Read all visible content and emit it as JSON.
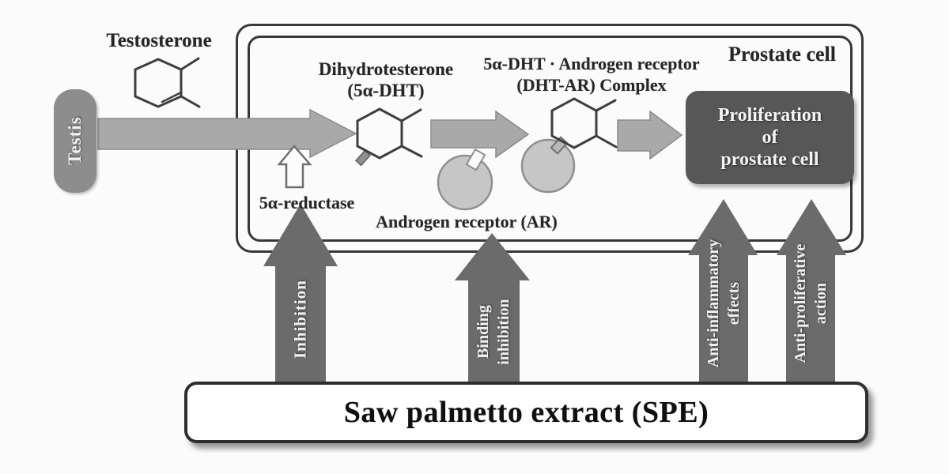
{
  "colors": {
    "background": "#fbfbfb",
    "flow_arrow": "#a9a9a9",
    "flow_arrow_edge": "#8a8a8a",
    "dark_arrow": "#6b6b6b",
    "testis_box": "#8d8d8d",
    "proliferation_box": "#575757",
    "receptor_circle": "#c6c6c6",
    "receptor_edge": "#8f8f8f",
    "membrane_border": "#383838",
    "structure_line": "#3e3e3e",
    "label_text": "#262626"
  },
  "nodes": {
    "testis": "Testis",
    "testosterone": "Testosterone",
    "dihydrotestosterone_line1": "Dihydrotesterone",
    "dihydrotestosterone_line2": "(5α-DHT)",
    "reductase": "5α-reductase",
    "androgen_receptor": "Androgen receptor (AR)",
    "complex_line1": "5α-DHT · Androgen receptor",
    "complex_line2": "(DHT-AR) Complex",
    "prostate_cell": "Prostate cell",
    "proliferation_line1": "Proliferation",
    "proliferation_line2": "of",
    "proliferation_line3": "prostate cell",
    "spe": "Saw palmetto extract (SPE)"
  },
  "effect_arrows": {
    "inhibition": "Inhibition",
    "binding_inhibition_line1": "Binding",
    "binding_inhibition_line2": "inhibition",
    "anti_inflammatory_line1": "Anti-inflammatory",
    "anti_inflammatory_line2": "effects",
    "anti_proliferative_line1": "Anti-proliferative",
    "anti_proliferative_line2": "action"
  }
}
